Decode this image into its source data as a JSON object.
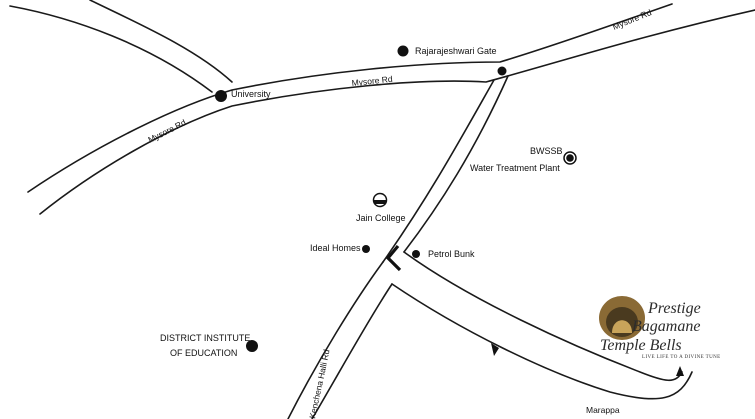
{
  "map": {
    "roads": {
      "mysore_rd_east": "Mysore Rd",
      "mysore_rd_mid": "Mysore Rd",
      "mysore_rd_west": "Mysore Rd",
      "kenchena_halli_rd": "Kenchena Halli Rd",
      "marappa": "Marappa"
    },
    "landmarks": {
      "rajarajeshwari_gate": "Rajarajeshwari Gate",
      "university": "University",
      "bwssb_line1": "BWSSB",
      "bwssb_line2": "Water Treatment Plant",
      "jain_college": "Jain College",
      "ideal_homes": "Ideal Homes",
      "petrol_bunk": "Petrol Bunk",
      "district_institute_line1": "DISTRICT INSTITUTE",
      "district_institute_line2": "OF EDUCATION"
    },
    "logo": {
      "line1": "Prestige",
      "line2": "Bagamane",
      "line3": "Temple Bells",
      "tagline": "LIVE LIFE TO A DIVINE TUNE"
    }
  }
}
